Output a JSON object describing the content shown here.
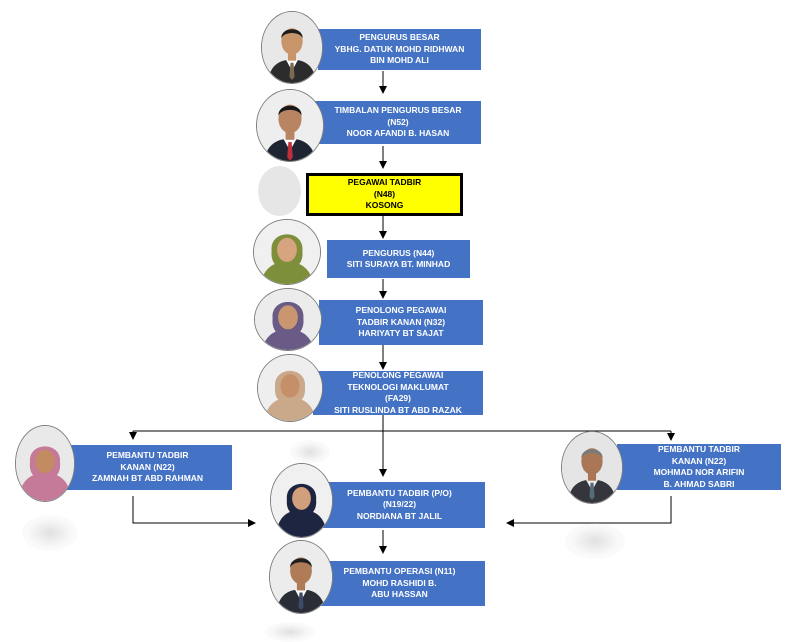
{
  "nodes": {
    "pengurus_besar": {
      "lines": [
        "PENGURUS BESAR",
        "YBHG. DATUK MOHD RIDHWAN",
        "BIN MOHD ALI"
      ],
      "suit": "#2c2c2c",
      "shirt": "#ffffff",
      "tie": "#7a6a50",
      "skin": "#c8956a",
      "hair": "#1d1d1d",
      "bg": "#e8e8e8"
    },
    "timbalan": {
      "lines": [
        "TIMBALAN PENGURUS BESAR",
        "(N52)",
        "NOOR AFANDI B. HASAN"
      ],
      "suit": "#1f2433",
      "shirt": "#ffffff",
      "tie": "#c0303a",
      "skin": "#b98461",
      "hair": "#181818",
      "bg": "#eeeeee"
    },
    "pegawai_tadbir": {
      "lines": [
        "PEGAWAI TADBIR",
        "(N48)",
        "KOSONG"
      ]
    },
    "pengurus": {
      "lines": [
        "PENGURUS  (N44)",
        "SITI SURAYA BT. MINHAD"
      ],
      "scarf": "#7d8f3a",
      "skin": "#d6a47e",
      "bg": "#f0f0f0"
    },
    "penolong_kanan": {
      "lines": [
        "PENOLONG PEGAWAI",
        "TADBIR KANAN (N32)",
        "HARIYATY BT SAJAT"
      ],
      "scarf": "#6a5a86",
      "skin": "#c99670",
      "bg": "#ececec"
    },
    "penolong_it": {
      "lines": [
        "PENOLONG  PEGAWAI",
        "TEKNOLOGI MAKLUMAT",
        "(FA29)",
        "SITI RUSLINDA BT ABD RAZAK"
      ],
      "scarf": "#c9a98a",
      "skin": "#c58f69",
      "bg": "#eeeeee"
    },
    "pembantu_kiri": {
      "lines": [
        "PEMBANTU TADBIR",
        "KANAN (N22)",
        "ZAMNAH BT ABD RAHMAN"
      ],
      "scarf": "#c47a98",
      "skin": "#c28b62",
      "bg": "#e9e9e9"
    },
    "pembantu_po": {
      "lines": [
        "PEMBANTU TADBIR (P/O)",
        "(N19/22)",
        "NORDIANA BT JALIL"
      ],
      "scarf": "#1e2540",
      "skin": "#d19f7b",
      "bg": "#f0f0f0"
    },
    "pembantu_kanan": {
      "lines": [
        "PEMBANTU TADBIR",
        "KANAN (N22)",
        "MOHMAD NOR ARIFIN",
        "B. AHMAD SABRI"
      ],
      "suit": "#35363c",
      "shirt": "#e9e9e9",
      "tie": "#556b7a",
      "skin": "#a97755",
      "hair": "#7a7a7a",
      "bg": "#e5e5e5"
    },
    "pembantu_operasi": {
      "lines": [
        "PEMBANTU OPERASI (N11)",
        "MOHD RASHIDI B.",
        "ABU HASSAN"
      ],
      "suit": "#2a2d35",
      "shirt": "#ffffff",
      "tie": "#3b4a66",
      "skin": "#b07c58",
      "hair": "#202020",
      "bg": "#ececec"
    }
  },
  "colors": {
    "box": "#4472C4",
    "box_text": "#ffffff",
    "vacant_box": "#ffff00",
    "vacant_border": "#000000",
    "connector": "#000000"
  }
}
